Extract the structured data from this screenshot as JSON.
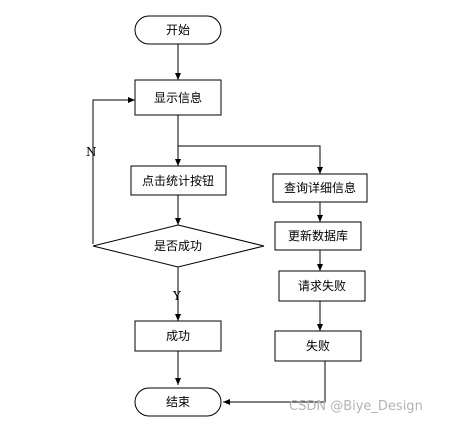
{
  "nodes": {
    "start": "开始",
    "show_info": "显示信息",
    "click_stats": "点击统计按钮",
    "query_detail": "查询详细信息",
    "is_success": "是否成功",
    "update_db": "更新数据库",
    "request_fail": "请求失败",
    "success": "成功",
    "fail": "失败",
    "end": "结束"
  },
  "edges": {
    "no_label": "N",
    "yes_label": "Y"
  },
  "watermark": "CSDN @Biye_Design"
}
